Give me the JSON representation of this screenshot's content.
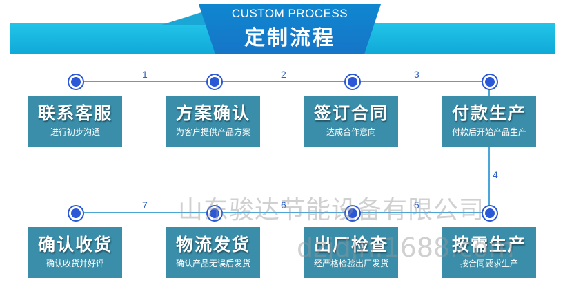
{
  "header": {
    "title_en": "CUSTOM PROCESS",
    "title_cn": "定制流程"
  },
  "steps": [
    {
      "title": "联系客服",
      "desc": "进行初步沟通"
    },
    {
      "title": "方案确认",
      "desc": "为客户提供产品方案"
    },
    {
      "title": "签订合同",
      "desc": "达成合作意向"
    },
    {
      "title": "付款生产",
      "desc": "付款后开始产品生产"
    },
    {
      "title": "按需生产",
      "desc": "按合同要求生产"
    },
    {
      "title": "出厂检查",
      "desc": "经严格检验出厂发货"
    },
    {
      "title": "物流发货",
      "desc": "确认产品无误后发货"
    },
    {
      "title": "确认收货",
      "desc": "确认收货并好评"
    }
  ],
  "connectors": [
    "1",
    "2",
    "3",
    "4",
    "5",
    "6",
    "7"
  ],
  "watermark": {
    "company": "山东骏达节能设备有限公司",
    "site": "dzjdjn.1688.com"
  },
  "colors": {
    "banner": "#10a9d8",
    "tab": "#1675c8",
    "box": "#3b8eaa",
    "node": "#2a58d6",
    "line": "#4aa5d8"
  }
}
